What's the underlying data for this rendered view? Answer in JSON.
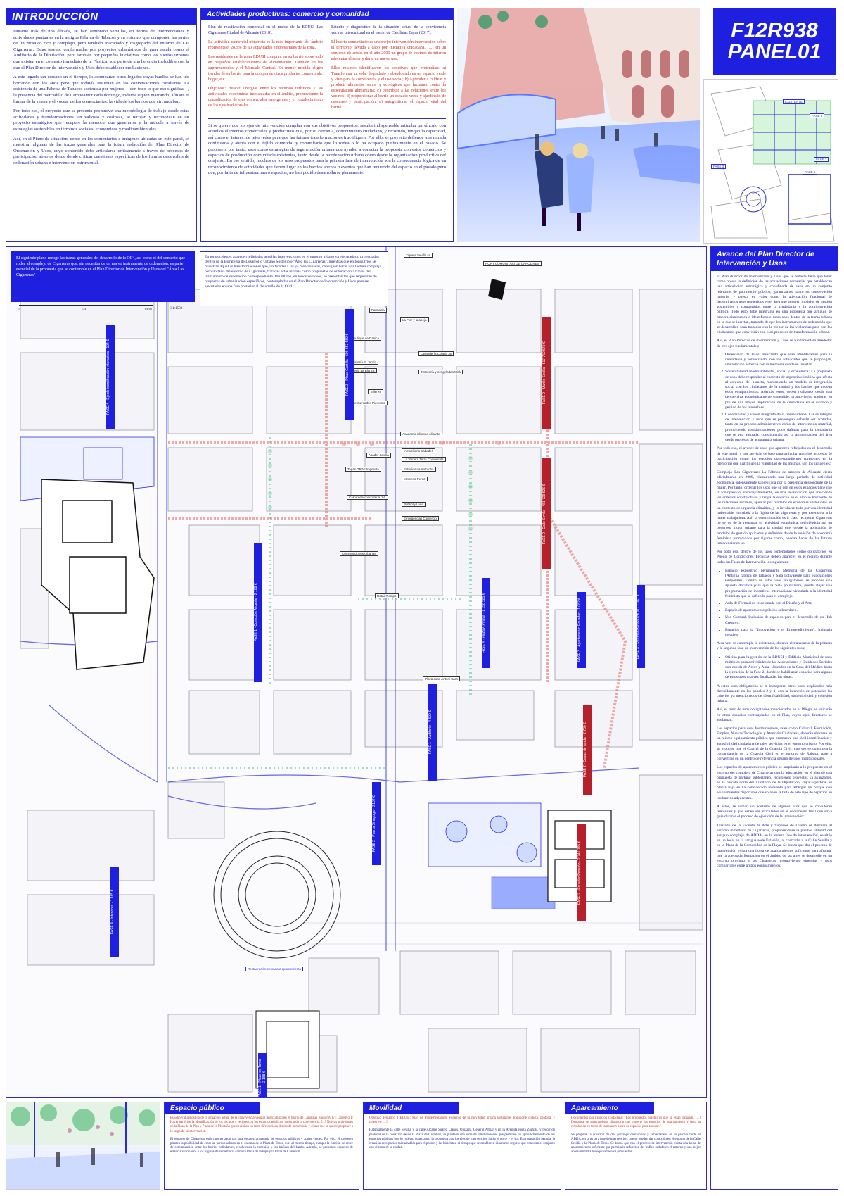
{
  "intro": {
    "heading": "INTRODUCCIÓN",
    "paragraphs": [
      "Durante más de una década, se han sembrado semillas, en forma de intervenciones y actividades puntuales en la antigua Fábrica de Tabacos y su entorno, que componen las partes de un mosaico rico y complejo, pero también inacabado y disgregado del entorno de Las Cigarreras. Estas teselas, conformadas por proyectos urbanísticos de gran escala como el Auditorio de la Diputación, pero también por pequeñas iniciativas como los huertos urbanos que existen en el contexto inmediato de la Fábrica, son parte de una herencia ineludible con la que el Plan Director de Intervención y Usos debe establecer mediaciones.",
      "A este legado tan cercano en el tiempo, lo acompañan otros legados cuyas huellas se han ido borrando con los años pero que todavía resuenan en las conversaciones cotidianas. La existencia de una Fábrica de Tabacos sostenida por mujeres —con todo lo que eso significa—, la presencia del mercadillo de Campoamor cada domingo, todavía siguen marcando, aún sin el llamar de la sirena y el vocear de los comerciantes, la vida de los barrios que circundaban.",
      "Por todo eso, el proyecto que se presenta promueve una metodología de trabajo desde estas actividades y transformaciones tan valiosas y costosas, se recojan y reconozcan en un proyecto estratégico que recupere la memoria que generaron y la articule a través de estrategias sostenibles en términos sociales, económicos y medioambientales.",
      "Así, en el Plano de situación, como en los comentarios e imágenes ubicadas en este panel, se muestran algunas de las trazas generales para la futura redacción del Plan Director de Ordenación y Usos, cuyo contenido debe articularse críticamente a través de procesos de participación abiertos desde donde criticar cuestiones específicas de los futuros desarrollos de ordenación urbana e intervención patrimonial."
    ]
  },
  "activities": {
    "heading": "Actividades productivas: comercio y comunidad",
    "col1": [
      "Plan de reactivación comercial en el marco de la EDUSI Las Cigarreras Ciudad de Alicante (2018):",
      "La actividad comercial minorista es la más importante del ámbito representa el 28,5% de las actividades empresariales de la zona.",
      "Los residentes de la zona EDUSI compran en su barrio sobre todo en pequeños establecimientos de alimentación. También en los supermercados y el Mercado Central. En menor medida eligen tiendas de su barrio para la compra de otros productos como moda, hogar, etc.",
      "Objetivos: Buscar sinergias entre los recursos turísticos y las actividades económicas implantadas en el ámbito, promoviendo la consolidación de ejes comerciales emergentes y el fortalecimiento de los ejes tradicionales."
    ],
    "col2": [
      "Estudio y diagnóstico de la situación actual de la convivencia vecinal intercultural en el barrio de Carolinas Bajas (2017):",
      "El huerto comunitario es una mejor intervención intervención sobre el territorio llevada a cabo por iniciativa ciudadana. [...] en un contexto de crisis, en el año 2009 un grupo de vecinos decidieron adecentar el solar y darle un nuevo uso.",
      "Ellos mismos identificaron los objetivos que pretendían: a) Transformar un solar degradado y abandonado en un espacio verde y vivo para la convivencia y el uso social; b) Aprender a cultivar y producir alimentos sanos y ecológicos que lucharan contra la especulación alimentaria; c) contribuir a las relaciones entre los vecinos; d) proporcionar al barrio un espacio verde y ajardinado de descanso y participación; e) autogestionar el espacio vital del barrio."
    ],
    "bottom": "Si se quiere que los ejes de intervención cumplan con sus objetivos propuestos, resulta indispensable articular un vínculo con aquellos elementos comerciales y productivos que, por su cercanía, conocimiento ciudadano, y recorrido, tengan la capacidad, así como el interés, de tejer redes para que las futuras transformaciones fructifiquen. Por ello, el proyecto defiende una mirada continuada y atenta con el tejido comercial y comunitario que lo rodea o lo ha ocupado puntualmente en el pasado. Se proponen, por tanto, usos como estrategias de regeneración urbana que ayuden a conectar la propuesta con estos comercios y espacios de producción comunitaria existentes, tanto desde la reordenación urbana como desde la organización productiva del conjunto. En ese sentido, muchos de los usos propuestos para la primera fase de intervención son la consecuencia lógica de un reconocimiento de actividades que tienen lugar en los barrios anexos o eventos que han requerido del espacio en el pasado pero que, por falta de infraestructura o espacios, no han podido desarrollarse plenamente."
  },
  "title": {
    "line1": "F12R938",
    "line2": "PANEL01"
  },
  "key_plan": {
    "labels": [
      "EXISTENTE",
      "FASE 4",
      "FASE 3",
      "FASE 2",
      "FASE 1"
    ]
  },
  "map": {
    "legend_text": "El siguiente plano recoge las trazas generales del desarrollo de la OI/4, así como el del contexto que rodea al complejo de Cigarreras que, sin necesitar de un nuevo instrumento de ordenación, es parte esencial de la propuesta que se contemple en el Plan Director de Intervención y Usos del \"Área Las Cigarreras\"",
    "scale_ticks": [
      "0",
      "50",
      "100m"
    ],
    "scale_ratio": "E 1:1500",
    "note": "En tonos celestes aparecen reflejadas aquellas intervenciones en el entorno urbano ya ejecutadas o proyectadas dentro de la Estrategia de Desarrollo Urbano Sostenible \"Área las Cigarreras\", mientras que en tonos fríos se muestran aquellas transformaciones que, unificadas a las ya mencionadas, consiguen hacer una lectura compleja pero unitaria del entorno de Cigarreras, tratadas estas últimas como propuestas de ordenación a través del instrumento de ordenación correspondiente. Por último, en tonos verdosos, se presentan las que requerirán de proyectos de urbanización específicos, contempladas en el Plan Director de Intervención y Usos para ser ejecutadas en una fase posterior al desarrollo de la OI/4.",
    "labels": [
      "Tiquets Sevilla sn",
      "HORT COMUNITARI DE CAROLINES",
      "Farmacia",
      "La Flor y la abeja",
      "La boutique de Danica",
      "Floristería El Jardín",
      "Librería La Blanca",
      "Lavandería Colada 30",
      "Tintorería y congeladas Mirá",
      "Talleres",
      "Supermercados Piemonte",
      "Academia idiomas Alikante",
      "Asador Sevilla",
      "Inmobiliaria Sabadell",
      "Tapas GRAF Imprenta",
      "La Tercera Terra Comunitats",
      "Estudios La Antorcha",
      "Merceria Perez",
      "Carnicería charcuteria J.A.",
      "Publicity Luna",
      "Emergencias Comercio",
      "Construcciones urbanas",
      "Retail Tiempo",
      "Plaza Joan Antoni Sara",
      "Restauración cercana a aparcamiento"
    ],
    "phase_tags": [
      {
        "label": "FASE 4 · Eje de identificación interactiva",
        "value": "194 €"
      },
      {
        "label": "FASE 3 · Plaza Castilla",
        "value": "606 657 589 €"
      },
      {
        "label": "FASE 0 · Murillo Sevilla",
        "value": "517 759 549 €"
      },
      {
        "label": "FASE 0 · Calle Sevilla",
        "value": "481 729 526 €"
      },
      {
        "label": "FASE 4 · Plaza A Pinaya",
        "value": "1 158 585 €"
      },
      {
        "label": "FASE 3 · Apartamento Ecuador",
        "value": "1 082 €"
      },
      {
        "label": "FASE 4 · Reurbanización actual",
        "value": "1 061 €"
      },
      {
        "label": "FASE 2 · Ecuador Pensión",
        "value": "2 746 765 €"
      },
      {
        "label": "FASE 1 · Conexión Alicante",
        "value": "2 188 €"
      },
      {
        "label": "FASE 1 · Plaza de Toros",
        "value": "2 188 €"
      },
      {
        "label": "FASE 2 · Puerta Sinagoga",
        "value": "3 187 €"
      },
      {
        "label": "FASE 1 · Auditorio",
        "value": "4 500 €"
      },
      {
        "label": "FASE 2 · Casas de ronda",
        "value": "2 760 €"
      },
      {
        "label": "FASE 4 · Interiores",
        "value": "1 165 €"
      }
    ]
  },
  "avance": {
    "heading": "Avance del Plan Director de Intervención y Usos",
    "intro": [
      "El Plan director de Intervención y Usos que se redacte tiene que tener como objeto la definición de las actuaciones necesarias que establezcan una articulación estratégica y coordinada de usos en un conjunto relevante de patrimonio público, garantizando tanto su conservación material y puesta en valor como la adecuación funcional de determinados usos requeridos en el área que generen modelos de gestión sostenibles y compartidos entre la ciudadanía y la administración pública. Todo esto debe integrarse en una propuesta que articule de manera sistemática e identificable estos usos dentro de la trama urbana en la que se insertan, tratando de que los instrumentos de ordenación que se desarrollen sean trazados con la menor de las violencias para con los ciudadanos que convivirán con esos procesos de transformación urbana.",
      "Así, el Plan Director de Intervención y Usos se fundamentará alrededor de tres ejes fundamentales:"
    ],
    "ejes": [
      "Ordenación de Usos: Buscando que sean identificables para la ciudadanía y potenciando, con las actividades que se propongan, una relación estrecha con la memoria donde se insertan.",
      "Sostenibilidad medioambiental, social y económica: La propuesta de usos debe responder al contexto de urgencia climática que afecta al conjunto del planeta, manteniendo un modelo de integración social con los ciudadanos de la ciudad y los barrios que rodean estos equipamientos. Además estos, deben realizarse desde una perspectiva económicamente sostenible, promoviendo mejoras en pro de una mayor implicación de la ciudadanía en el cuidado y gestión de los inmuebles.",
      "Conectividad y visión integrada de la trama urbana: Las estrategias de intervención y usos que se propongan deberán ser acotadas, tanto en su proceso administrativo como de intervención material, promoviendo transformaciones poco dañinas para la ciudadanía que se vea afectada, consiguiendo así la armonización del área desde procesos de acupuntura urbana."
    ],
    "body": [
      "Por todo eso, el avance de usos que aparecen reflejados en el desarrollo de este panel, y que servirán de base para articular tanto los procesos de participación como los estudios correspondientes (presentes en la memoria) que justifiquen la viabilidad de las mismas, son los siguientes:",
      "Complejo Las Cigarreras: La Fábrica de tabacos de Alicante cierra oficialmente en 2009, clausurando una larga periodo de actividad económica, intensamente subjetivada por la presencia desbordante de la mujer. Por tanto, ordenar los usos que se den en estos espacios tiene que ir acompañado, insoslayablemente, de una revaloración que trascienda los criterios constructivos y tenga la escucha en el amplio horizonte de las relaciones sociales, apuntar por modelos de economía sostenibles en un contexto de urgencia climática, y lo involucre todo por una identidad imborrable vinculada a la figura de las cigarreras y, por extensión, a la mujer trabajadora. Así, la determinación es ir claro recuperar Cigarreras no se ve de le restaurar su actividad económica, recibiéndola así un poderoso motor urbano para la ciudad que, desde la aplicación de modelos de gestión aplicados y definidos desde la revisión de economía feminista promovidos por figuras como, puedan hacer de las futuras intervenciones un",
      "Por todo eso, dentro de los usos contemplados como obligatorios en Pliego de Condiciones Técnicas deben aparecer en el recinto durante todas las Fases de Intervención los siguientes:"
    ],
    "list1": [
      "Espacio expositivo permanente Memoria de las Cigarreras (Antigua fábrica de Tabacos y Sala polivalente para exposiciones temporales. Dentro de estos usos obligatorios, se propone una apuesta decidida para que la Sala polivalente, pueda alojar una programación de incentivos internacional vinculada a la identidad feminista que se defiende para el complejo.",
      "Aula de Formación relacionada con el Diseño y el Arte.",
      "Espacio de aparcamiento público subterráneo.",
      "Uso Cultural. Inclusión de espacios para el desarrollo de un Hub Creativo.",
      "Espacios para la \"Innovación y el Emprendimiento\", Industria creativa."
    ],
    "body2": [
      "A su vez, se contempla la existencia, durante el transcurso de la primera y la segunda fase de intervención de los siguientes usos:"
    ],
    "list2": [
      "Oficina para la gestión de la EDUSI y Edificio Municipal de usos múltiples para actividades de las Asociaciones y Entidades Sociales con cabida de Actos y Aula. Ubicados en la Casa del Médico hasta la ejecución de la Fase 2, donde se habilitarán espacios para alguno de estos usos una vez finalizadas las obras."
    ],
    "body3": [
      "A estos usos obligatorios se le incorporan otros usos, explicados más detenidamente en los paneles 2 y 3, con la intención de potenciar los criterios ya mencionados de identificabilidad, sostenibilidad y cohesión urbana.",
      "Así, el resto de usos obligatorios mencionados en el Pliego, se ubicarán en otros espacios contemplados en el Plan, cuyos ejes directores se adelantan.",
      "Los espacios para usos Institucionales, tales como Cultural, Formación, Empleo, Nuevas Tecnologías y Atención Ciudadana, deberán ubicarse en un mismo equipamiento público que promueva una fácil identificación y accesibilidad ciudadana de tales servicios en el entorno urbano. Por ello, se propone que el Cuartel de la Guardia Civil, una vez se construya la comandancia de la Guardia Civil en el entorno de Rabasa, pase a convertirse en un centro de referencia urbano de usos institucionales.",
      "Los espacios de aparcamiento público se ampliarán a lo propuesto en el entorno del complejo de Cigarreras con la adecuación en el plan de una propuesta de parking subterráneo, recogiendo proyectos ya avanzados, en la parcela norte del Auditorio de la Diputación, cuya superficie en planta baja se ha considerado relevante para albergar un parque con equipamientos deportivos que solapen la falta de este tipo de espacios en los barrios adyacentes.",
      "A estos, se suman un adelanto de algunos usos que se consideran relevantes y que deben ser articulados en el documento final que sirva guía durante el proceso de ejecución de la intervención:",
      "Traslado de la Escuela de Arte y Superior de Diseño de Alicante al entorno inmediato de Cigarreras, proponiéndose la posible utilidad del antiguo complejo de ADDA, en la tercera fase de intervención, se sitúe en un local en la antigua sede Estación, al contrario a la Calle Sevilla y en la Plaza de la Comunidad de la Playa. Se busca que dar el proceso de intervención exista una bolsa de aparcamientos suficiente para afrontar que la adecuada formación en el ámbito de las artes se desarrolle en un entorno próximo a las Cigarreras, promoviendo sinergias y usos compartidos entre ambos equipamientos."
    ]
  },
  "bottom": {
    "espacio": {
      "heading": "Espacio público",
      "p1": "Estudio y diagnóstico de la situación actual de la convivencia vecinal intercultural en el barrio de Carolinas Bajas (2017): Objetivo 1: Hacer partícipe la identificación de los vecinos y vecinas con los espacios públicos, mejorando la convivencia. [...] Nuevas actividades en la Plaza de la Pipa y Plaza de la Montaña que necesitan un trato diferenciado dentro de la memoria y el uso que se quiere proponer a lo largo de la intervención.",
      "p2": "El entorno de Cigarreras está caracterizado por una escasez acusatoria de espacios públicos y zonas verdes. Por ello, el proyecto plantea la posibilidad de crear un parque urbano en el entorno de la Plaza de Toros, que, al mismo tiempo, cumple la función de cruce de comunicación entre los barrios colindantes, resolviendo la conexión y los tráficos del barrio. Además, se proponen espacios de estancia vinculados a los lugares de la memoria como la Plaza de la Pipa y la Plaza de Castellón."
    },
    "movilidad": {
      "heading": "Movilidad",
      "p1": "Objetivo Temático 4 EDUSI: Plan de Implementación: Fomento de la movilidad urbana sostenible: transporte ciclista, peatonal y colectivo [...].",
      "p2": "Habitualmente la calle Sevilla y la calle Alcalde Suárez Llanos, Olózaga, General Albiar y en la Avenida Poeta Zorrilla, y recorrido peatonal de la conexión desde la Plaza de Castellón, se plantean una serie de intervenciones que permiten un aprovechamiento de los espacios públicos que lo rodean, conectando la propuesta con los ejes de intervención hacia el norte y el sur. Esta actuación permite la creación de espacios más amables para el peatón y las bicicletas, al tiempo que se establecen itinerarios seguros que conectan el conjunto con el resto de la ciudad."
    },
    "aparcamiento": {
      "heading": "Aparcamiento",
      "p1": "Documentos participación ciudadana: \"Los propuestos polémicos que se están tomando. [...] Demanda de aparcamiento disuasorio que conecte los espacios de aparcamiento y sirva la circulación en torno de la zona en busca de espacios para aparcar.\"",
      "p2": "Se propone la creación de dos parkings disuasorios y subterráneos en la parcela norte el ADDA, en la tercera fase de intervención, que se pueden dar conexión en el entorno de la Calle Sevilla y la Plaza de Toros. Se busca que con el proceso de intervención exista una bolsa de aparcamientos suficiente que permita la reducción del tráfico rodado en el entorno y una mejor accesibilidad a los equipamientos propuestos."
    }
  }
}
